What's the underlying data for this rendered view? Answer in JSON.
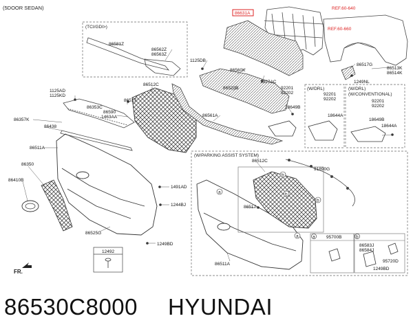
{
  "header": {
    "variant": "(5DOOR SEDAN)"
  },
  "footer": {
    "part_number": "86530C8000",
    "brand": "HYUNDAI"
  },
  "boxes": {
    "tci_gdi": "(TCI/GDI>)",
    "w_drl": "(W/DRL)",
    "w_drl_conventional": "(W/DRL)\n(W/CONVENTIONAL)",
    "parking_assist": "(W/PARKING ASSIST SYSTEM)"
  },
  "refs": {
    "ref1": "REF.60-640",
    "ref2": "REF.60-660"
  },
  "highlight_label": "86631A",
  "direction_label": "FR.",
  "labels": {
    "l_86581Z": "86581Z",
    "l_86562Z": "86562Z",
    "l_86563Z": "86563Z",
    "l_1125DB": "1125DB",
    "l_86560K": "86560K",
    "l_1327AC": "1327AC",
    "l_86517G": "86517G",
    "l_86513K": "86513K",
    "l_86514K": "86514K",
    "l_1125AD": "1125AD",
    "l_1125KD": "1125KD",
    "l_86512C": "86512C",
    "l_86520B": "86520B",
    "l_92201a": "92201",
    "l_92202a": "92202",
    "l_1249NL": "1249NL",
    "l_86353C": "86353C",
    "l_86517": "86517",
    "l_86590": "86590",
    "l_1463AA": "1463AA",
    "l_18649Ba": "18649B",
    "l_92201b": "92201",
    "l_92202b": "92202",
    "l_92201c": "92201",
    "l_92202c": "92202",
    "l_86357K": "86357K",
    "l_86438": "86438",
    "l_86561A": "86561A",
    "l_18644Aa": "18644A",
    "l_18649Bb": "18649B",
    "l_18644Ab": "18644A",
    "l_86511A": "86511A",
    "l_86350": "86350",
    "l_86410B": "86410B",
    "l_1491AD": "1491AD",
    "l_1244BJ": "1244BJ",
    "l_86525G": "86525G",
    "l_1249BD": "1249BD",
    "l_12492": "12492",
    "l_pa_86512C": "86512C",
    "l_91890G": "91890G",
    "l_pa_86517": "86517",
    "l_pa_86511A": "86511A",
    "l_95700B": "95700B",
    "l_86583J": "86583J",
    "l_86584J": "86584J",
    "l_95720D": "95720D",
    "l_pa_1249BD": "1249BD"
  },
  "callouts": {
    "a": "a",
    "b": "b"
  }
}
